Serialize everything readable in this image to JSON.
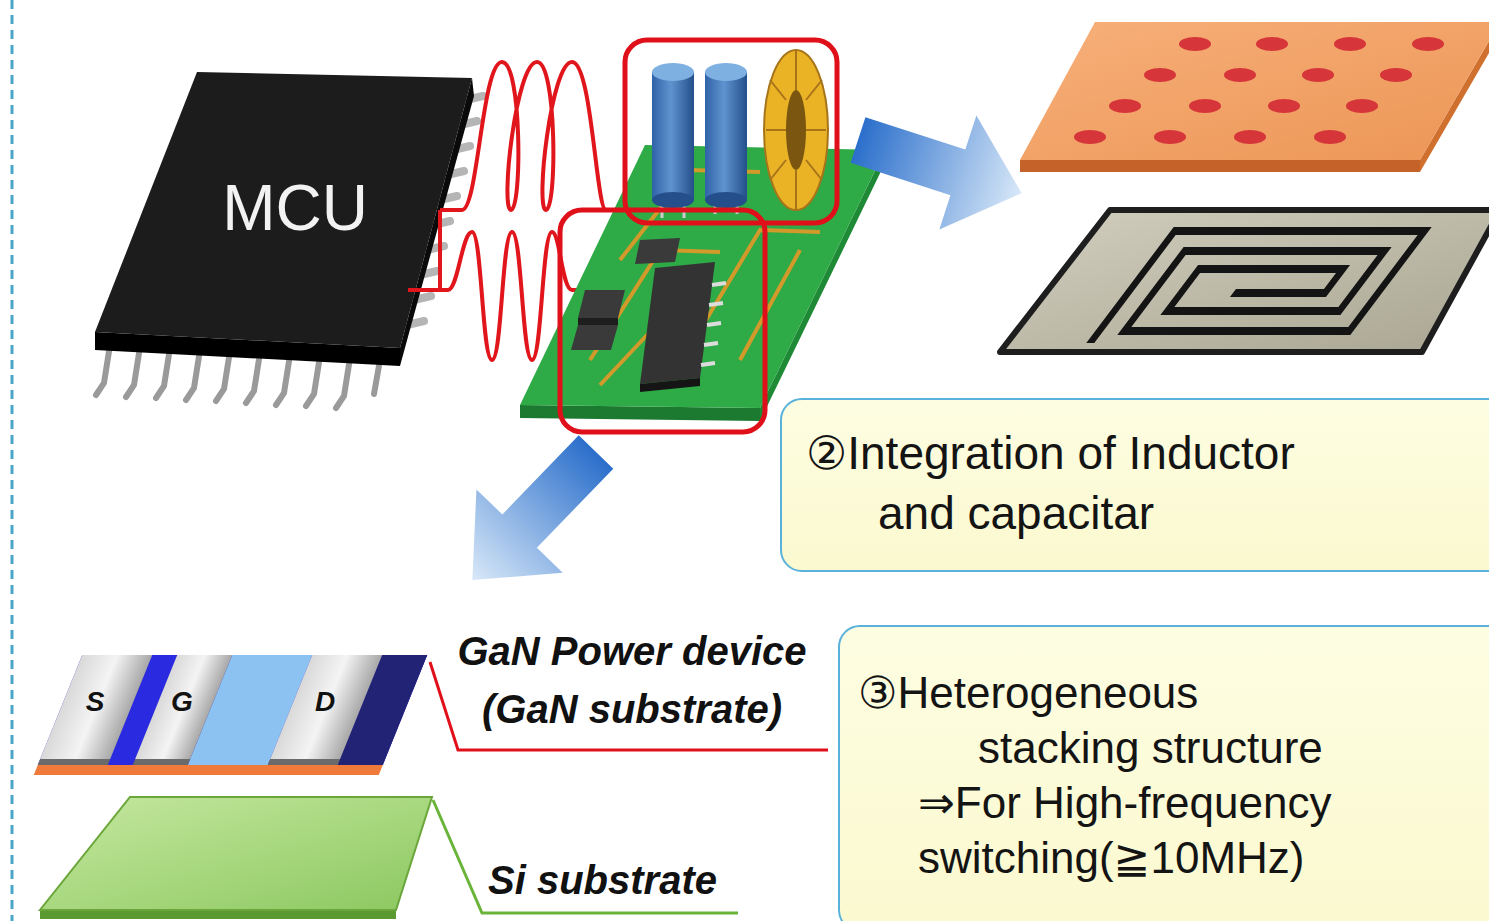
{
  "diagram": {
    "nodes": [
      {
        "text": [
          "MCU"
        ]
      },
      {
        "text": [
          "②Integration of Inductor and capacitar"
        ]
      },
      {
        "text": [
          "③Heterogeneous stacking structure",
          "⇒For High-frequency switching(≧10MHz)"
        ]
      }
    ],
    "labels": [
      "S",
      "G",
      "D",
      "GaN Power device (GaN substrate)",
      "Si substrate"
    ]
  }
}
